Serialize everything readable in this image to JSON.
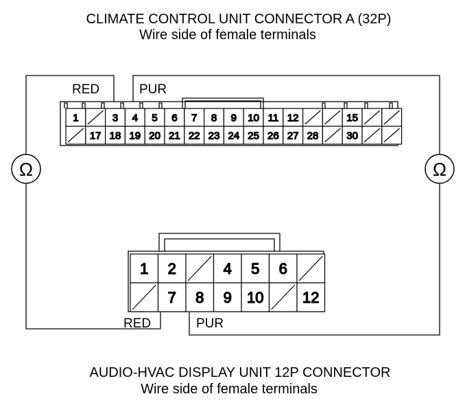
{
  "connector_a": {
    "title": "CLIMATE CONTROL UNIT CONNECTOR A (32P)",
    "subtitle": "Wire side of female terminals",
    "row1": [
      "1",
      "",
      "3",
      "4",
      "5",
      "6",
      "7",
      "8",
      "9",
      "10",
      "11",
      "12",
      "",
      "",
      "15",
      "",
      ""
    ],
    "row2": [
      "",
      "17",
      "18",
      "19",
      "20",
      "21",
      "22",
      "23",
      "24",
      "25",
      "26",
      "27",
      "28",
      "",
      "30",
      "",
      ""
    ],
    "wire_red": "RED",
    "wire_pur": "PUR"
  },
  "connector_b": {
    "title": "AUDIO-HVAC DISPLAY UNIT 12P CONNECTOR",
    "subtitle": "Wire side of female terminals",
    "row1": [
      "1",
      "2",
      "",
      "4",
      "5",
      "6",
      ""
    ],
    "row2": [
      "",
      "7",
      "8",
      "9",
      "10",
      "",
      "12"
    ],
    "wire_red": "RED",
    "wire_pur": "PUR"
  },
  "meter": {
    "left_symbol": "Ω",
    "right_symbol": "Ω"
  }
}
